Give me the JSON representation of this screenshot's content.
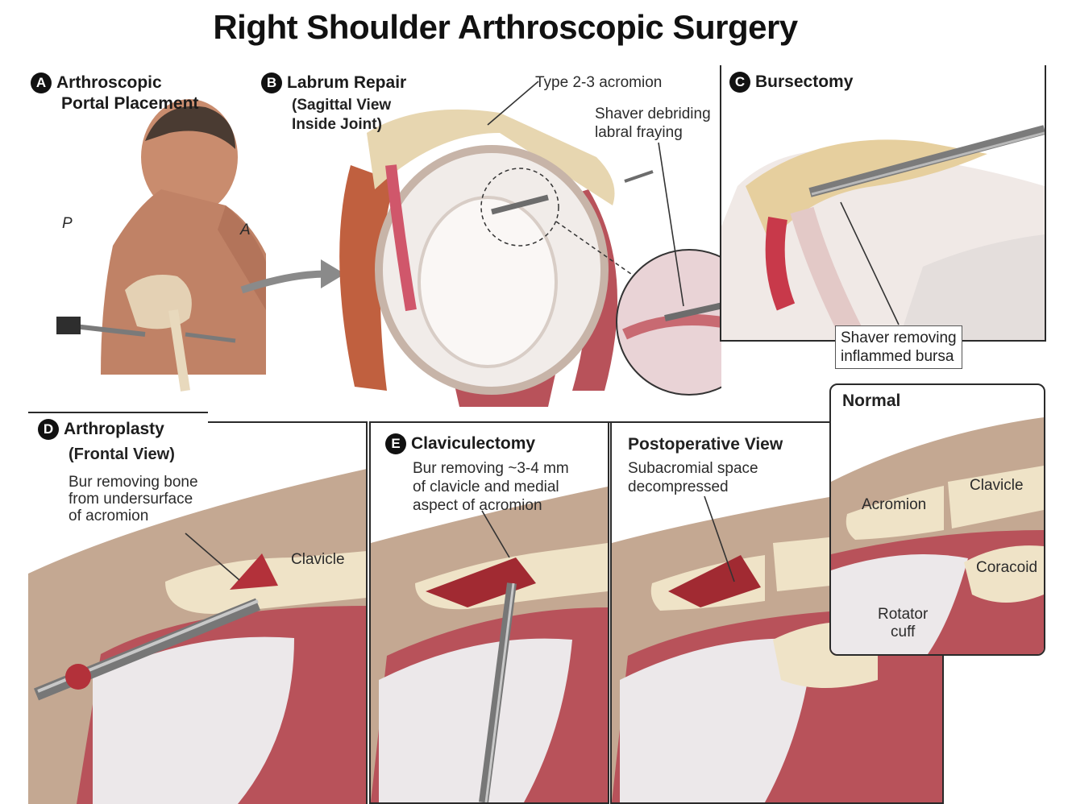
{
  "title": "Right Shoulder Arthroscopic Surgery",
  "panels": {
    "a": {
      "letter": "A",
      "title_line1": "Arthroscopic",
      "title_line2": "Portal Placement",
      "posterior": "P",
      "anterior": "A"
    },
    "b": {
      "letter": "B",
      "title": "Labrum Repair",
      "subtitle_line1": "(Sagittal View",
      "subtitle_line2": "Inside Joint)",
      "label_acromion": "Type 2-3 acromion",
      "label_shaver_line1": "Shaver debriding",
      "label_shaver_line2": "labral fraying"
    },
    "c": {
      "letter": "C",
      "title": "Bursectomy",
      "label_line1": "Shaver removing",
      "label_line2": "inflammed bursa"
    },
    "d": {
      "letter": "D",
      "title": "Arthroplasty",
      "subtitle": "(Frontal View)",
      "note_line1": "Bur removing bone",
      "note_line2": "from undersurface",
      "note_line3": "of acromion",
      "label_clavicle": "Clavicle"
    },
    "e": {
      "letter": "E",
      "title": "Claviculectomy",
      "note_line1": "Bur removing ~3-4 mm",
      "note_line2": "of clavicle and medial",
      "note_line3": "aspect of acromion"
    },
    "postop": {
      "title": "Postoperative View",
      "note_line1": "Subacromial space",
      "note_line2": "decompressed"
    },
    "normal": {
      "title": "Normal",
      "label_acromion": "Acromion",
      "label_clavicle": "Clavicle",
      "label_coracoid": "Coracoid",
      "label_cuff_line1": "Rotator",
      "label_cuff_line2": "cuff"
    }
  },
  "colors": {
    "muscle": "#b8525a",
    "bone": "#efe3c7",
    "tendon": "#e9e6ea",
    "skin": "#c98c6e",
    "bursa": "#c8394a"
  }
}
